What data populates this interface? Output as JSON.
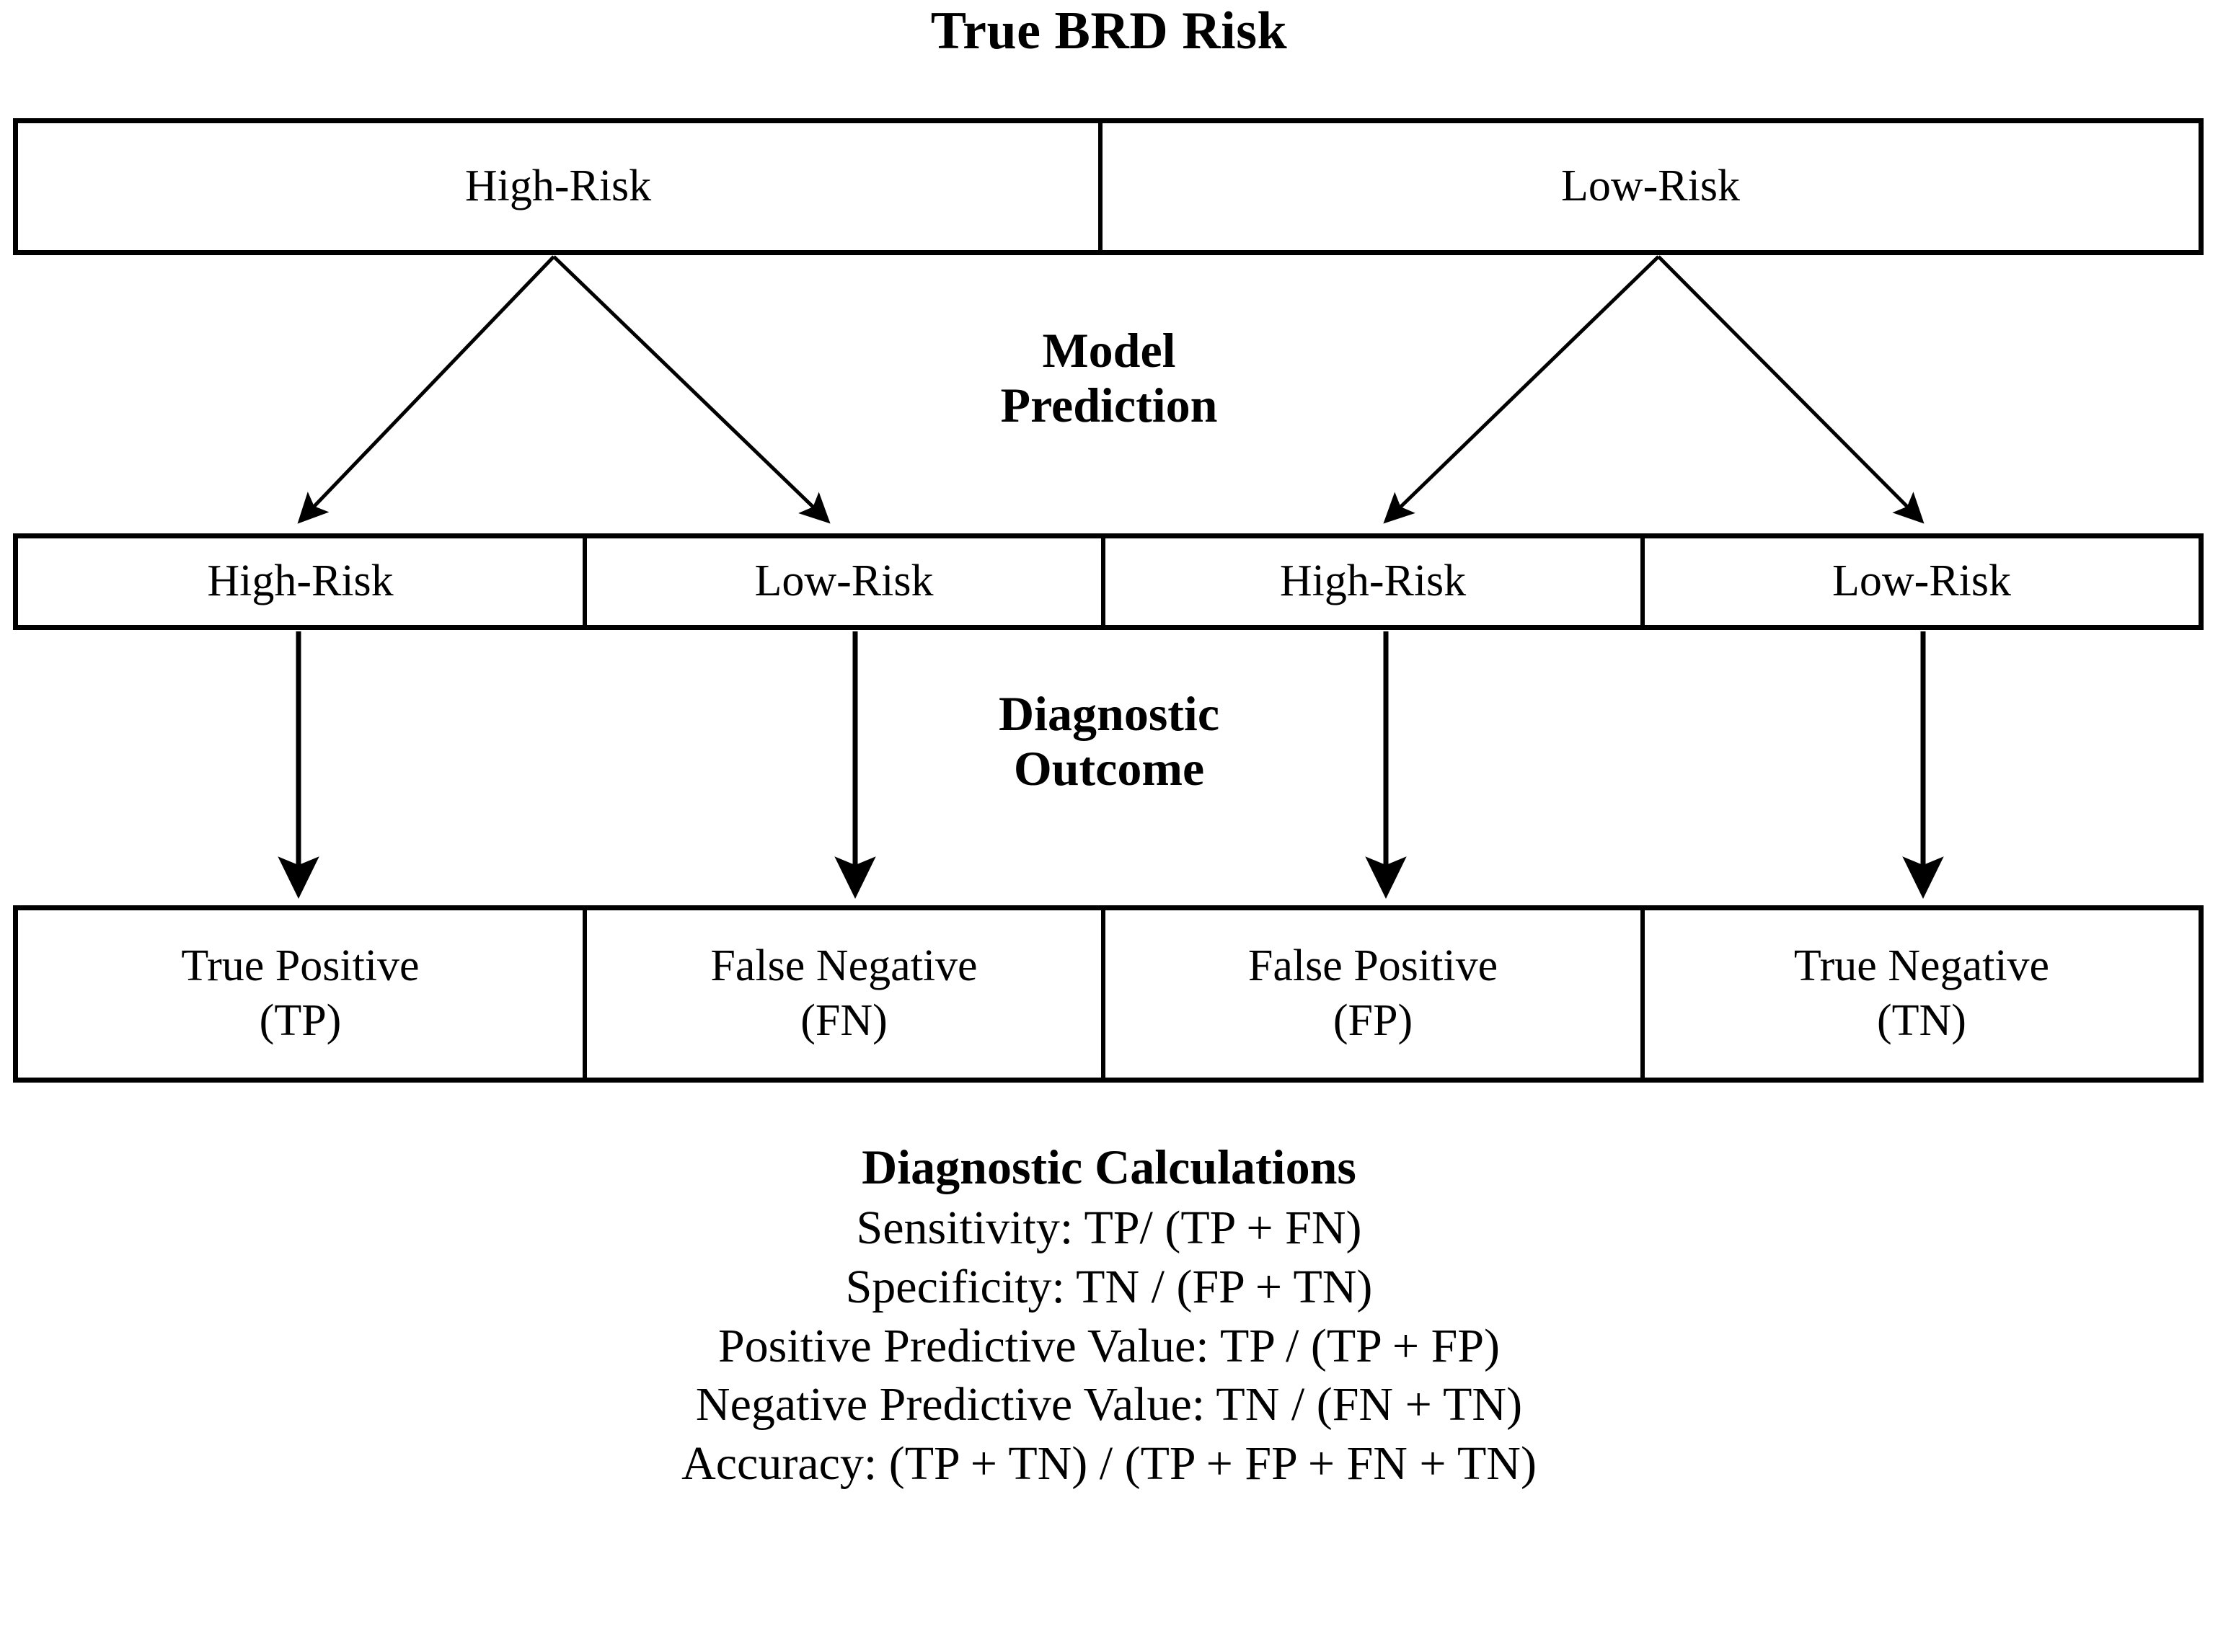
{
  "diagram": {
    "title": "True BRD Risk",
    "stage_labels": {
      "model_prediction_line1": "Model",
      "model_prediction_line2": "Prediction",
      "diagnostic_outcome_line1": "Diagnostic",
      "diagnostic_outcome_line2": "Outcome"
    },
    "rows": {
      "true_risk": {
        "cells": [
          {
            "label": "High-Risk"
          },
          {
            "label": "Low-Risk"
          }
        ]
      },
      "model_prediction": {
        "cells": [
          {
            "label": "High-Risk"
          },
          {
            "label": "Low-Risk"
          },
          {
            "label": "High-Risk"
          },
          {
            "label": "Low-Risk"
          }
        ]
      },
      "diagnostic_outcome": {
        "cells": [
          {
            "label": "True Positive",
            "abbrev": "(TP)"
          },
          {
            "label": "False Negative",
            "abbrev": "(FN)"
          },
          {
            "label": "False Positive",
            "abbrev": "(FP)"
          },
          {
            "label": "True Negative",
            "abbrev": "(TN)"
          }
        ]
      }
    },
    "calculations": {
      "title": "Diagnostic Calculations",
      "lines": [
        "Sensitivity: TP/ (TP + FN)",
        "Specificity: TN / (FP + TN)",
        "Positive Predictive Value: TP / (TP + FP)",
        "Negative Predictive Value: TN / (FN + TN)",
        "Accuracy: (TP + TN) / (TP + FP + FN + TN)"
      ]
    },
    "colors": {
      "stroke": "#000000",
      "background": "#ffffff",
      "text": "#000000"
    }
  }
}
